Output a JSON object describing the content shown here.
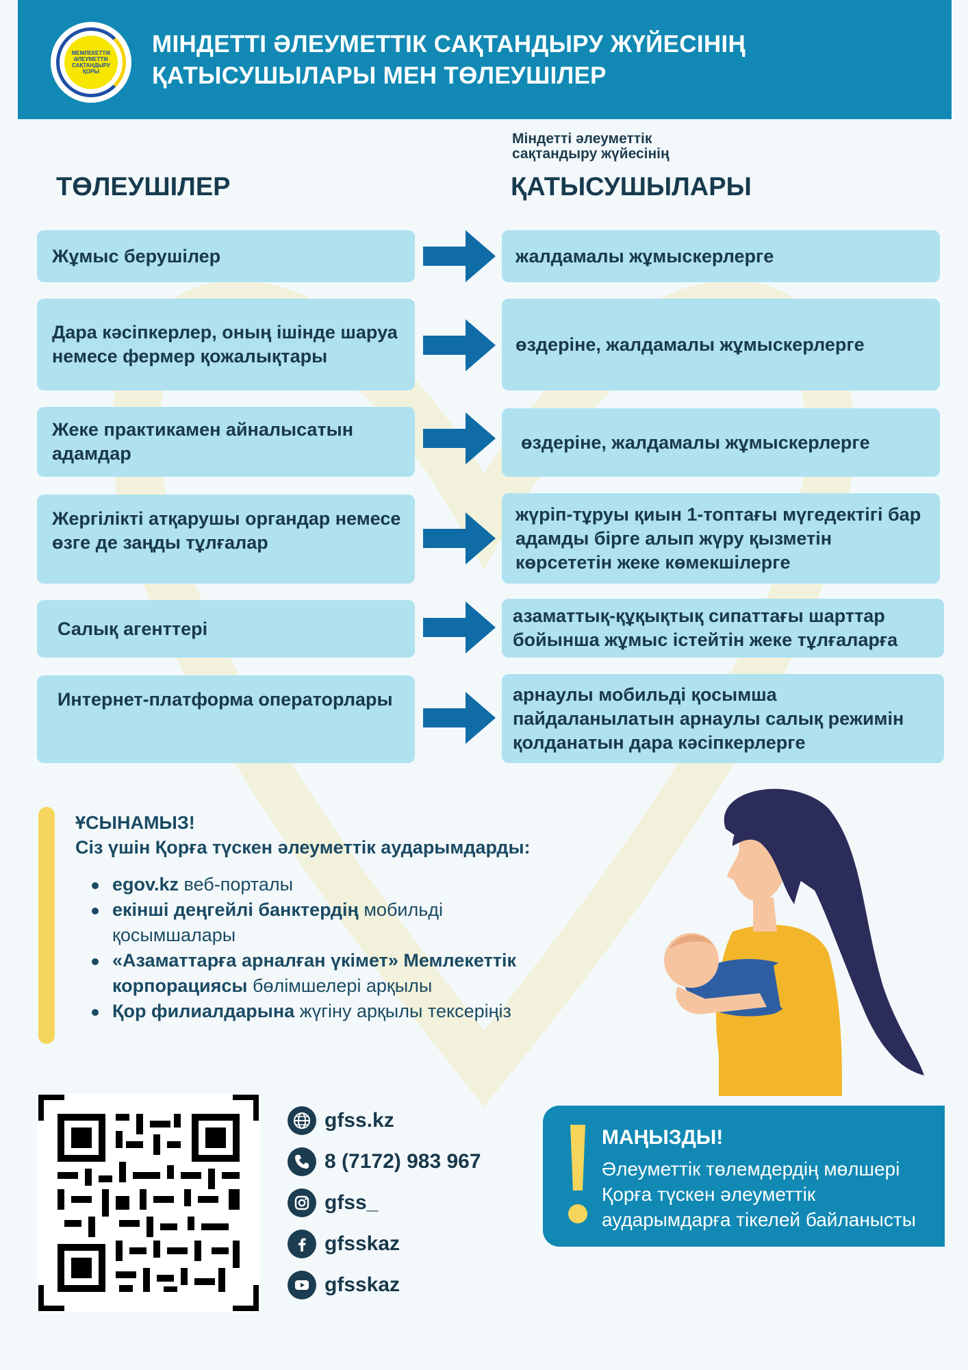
{
  "header": {
    "logo_text": "МЕМЛЕКЕТТІК\nӘЛЕУМЕТТІК\nСАҚТАНДЫРУ\nҚОРЫ",
    "title_line1": "МІНДЕТТІ ӘЛЕУМЕТТІК САҚТАНДЫРУ ЖҮЙЕСІНІҢ",
    "title_line2": "ҚАТЫСУШЫЛАРЫ МЕН ТӨЛЕУШІЛЕР"
  },
  "columns": {
    "left_heading": "ТӨЛЕУШІЛЕР",
    "right_small_line1": "Міндетті әлеуметтік",
    "right_small_line2": "сақтандыру жүйесінің",
    "right_heading": "ҚАТЫСУШЫЛАРЫ"
  },
  "rows": [
    {
      "payer": "Жұмыс берушілер",
      "participant": "жалдамалы жұмыскерлерге"
    },
    {
      "payer": "Дара кәсіпкерлер, оның ішінде шаруа немесе фермер қожалықтары",
      "participant": "өздеріне, жалдамалы жұмыскерлерге"
    },
    {
      "payer": "Жеке практикамен айналысатын адамдар",
      "participant": "өздеріне, жалдамалы жұмыскерлерге"
    },
    {
      "payer": "Жергілікті атқарушы органдар немесе өзге де заңды тұлғалар",
      "participant": "жүріп-тұруы қиын 1-топтағы мүгедектігі бар адамды бірге алып жүру қызметін көрсететін жеке көмекшілерге"
    },
    {
      "payer": "Салық агенттері",
      "participant": "азаматтық-құқықтық сипаттағы шарттар бойынша жұмыс істейтін жеке тұлғаларға"
    },
    {
      "payer": "Интернет-платформа операторлары",
      "participant": "арнаулы мобильді қосымша пайдаланылатын арнаулы салық режимін қолданатын дара кәсіпкерлерге"
    }
  ],
  "recommendation": {
    "title": "ҰСЫНАМЫЗ!",
    "subtitle": "Сіз үшін Қорға түскен әлеуметтік аударымдарды:",
    "items": [
      {
        "bold": "egov.kz",
        "normal": " веб-порталы"
      },
      {
        "bold": "екінші деңгейлі банктердің",
        "normal": " мобильді қосымшалары"
      },
      {
        "bold": " «Азаматтарға арналған үкімет» Мемлекеттік корпорациясы",
        "normal": " бөлімшелері арқылы"
      },
      {
        "bold": "Қор филиалдарына",
        "normal": " жүгіну арқылы тексеріңіз"
      }
    ]
  },
  "contacts": [
    {
      "icon": "globe-icon",
      "text": "gfss.kz"
    },
    {
      "icon": "phone-icon",
      "text": "8 (7172) 983 967"
    },
    {
      "icon": "instagram-icon",
      "text": "gfss_"
    },
    {
      "icon": "facebook-icon",
      "text": "gfsskaz"
    },
    {
      "icon": "youtube-icon",
      "text": "gfsskaz"
    }
  ],
  "important": {
    "title": "МАҢЫЗДЫ!",
    "text": "Әлеуметтік төлемдердің мөлшері Қорға түскен әлеуметтік аударымдарға тікелей байланысты"
  },
  "colors": {
    "header_bg": "#1189b4",
    "box_bg": "#afe1ef",
    "arrow": "#0f6ca6",
    "accent_yellow": "#f6d55c",
    "text_dark": "#19384b"
  }
}
